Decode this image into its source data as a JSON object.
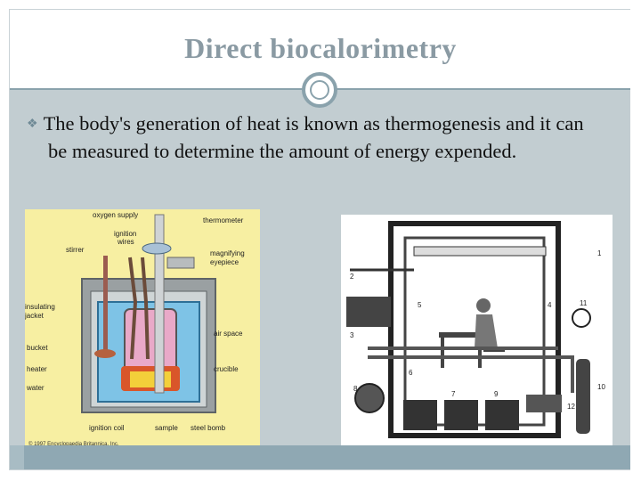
{
  "slide": {
    "title": "Direct biocalorimetry",
    "bullet": "The body's generation of heat is known as thermogenesis and it can be measured to determine the amount of energy expended.",
    "bullet_icon": "diamond-bullet-icon"
  },
  "figure_left": {
    "labels": {
      "oxygen": "oxygen supply",
      "ignition": "ignition",
      "wires": "wires",
      "thermometer": "thermometer",
      "stirrer": "stirrer",
      "magnifying": "magnifying",
      "eyepiece": "eyepiece",
      "insulating": "insulating",
      "jacket": "jacket",
      "air_space": "air space",
      "bucket": "bucket",
      "heater": "heater",
      "crucible": "crucible",
      "water": "water",
      "ignition_coil": "ignition coil",
      "sample": "sample",
      "steel_bomb": "steel bomb",
      "copyright": "© 1997 Encyclopaedia Britannica, Inc."
    }
  },
  "figure_right": {
    "numbers": [
      "1",
      "2",
      "3",
      "4",
      "5",
      "6",
      "7",
      "8",
      "9",
      "10",
      "11",
      "12"
    ]
  },
  "colors": {
    "title": "#8a9aa3",
    "accent": "#8aa2ac",
    "content_bg": "#c2cdd1",
    "bottom_bar": "#8fa8b3"
  }
}
